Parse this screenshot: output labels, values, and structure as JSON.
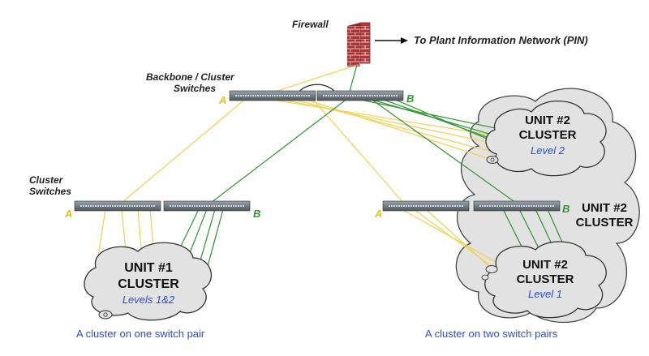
{
  "firewall": {
    "label": "Firewall",
    "pin_label": "To Plant Information Network (PIN)"
  },
  "backbone": {
    "label_line1": "Backbone / Cluster",
    "label_line2": "Switches",
    "port_a": "A",
    "port_b": "B"
  },
  "cluster_switches": {
    "label_line1": "Cluster",
    "label_line2": "Switches"
  },
  "left_pair": {
    "port_a": "A",
    "port_b": "B"
  },
  "right_pair": {
    "port_a": "A",
    "port_b": "B"
  },
  "unit1": {
    "line1": "UNIT #1",
    "line2": "CLUSTER",
    "level": "Levels 1&2"
  },
  "unit2_l2": {
    "line1": "UNIT #2",
    "line2": "CLUSTER",
    "level": "Level 2"
  },
  "unit2_big": {
    "line1": "UNIT #2",
    "line2": "CLUSTER"
  },
  "unit2_l1": {
    "line1": "UNIT #2",
    "line2": "CLUSTER",
    "level": "Level 1"
  },
  "captions": {
    "left": "A cluster on one switch pair",
    "right": "A cluster on two switch pairs"
  },
  "colors": {
    "link_a": "#f2d35a",
    "link_b": "#3a9a3a",
    "caption": "#2a4fd6",
    "cloud_fill": "#e2e2e2",
    "cloud_stroke": "#444444"
  }
}
